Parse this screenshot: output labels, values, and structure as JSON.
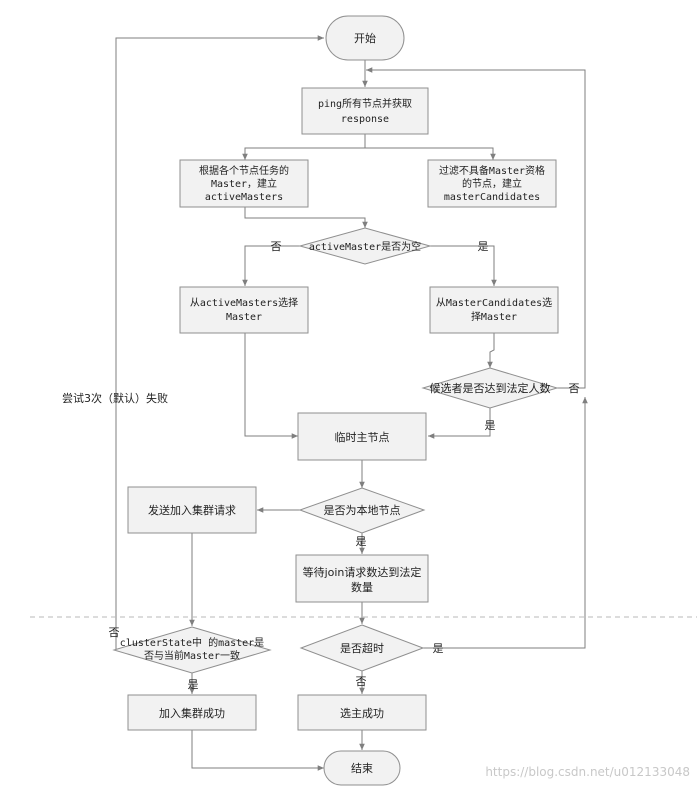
{
  "nodes": {
    "start": "开始",
    "ping": [
      "ping所有节点并获取",
      "response"
    ],
    "active_masters": [
      "根据各个节点任务的",
      "Master，建立",
      "activeMasters"
    ],
    "master_candidates": [
      "过滤不具备Master资格",
      "的节点，建立",
      "masterCandidates"
    ],
    "active_empty": "activeMaster是否为空",
    "choose_active": [
      "从activeMasters选择",
      "Master"
    ],
    "choose_candidates": [
      "从MasterCandidates选",
      "择Master"
    ],
    "candidates_quorum": "候选者是否达到法定人数",
    "temp_master": "临时主节点",
    "is_local": "是否为本地节点",
    "send_join": "发送加入集群请求",
    "wait_join": [
      "等待join请求数达到法定",
      "数量"
    ],
    "cluster_state": [
      "clusterState中 的master是",
      "否与当前Master一致"
    ],
    "timeout": "是否超时",
    "join_success": "加入集群成功",
    "elect_success": "选主成功",
    "end": "结束"
  },
  "edge_labels": {
    "no_active": "否",
    "yes_active": "是",
    "no_quorum": "否",
    "yes_quorum": "是",
    "yes_local": "是",
    "no_cluster": "否",
    "yes_cluster": "是",
    "yes_timeout": "是",
    "no_timeout": "否",
    "retry_fail": "尝试3次（默认）失败"
  },
  "watermark": "https://blog.csdn.net/u012133048"
}
